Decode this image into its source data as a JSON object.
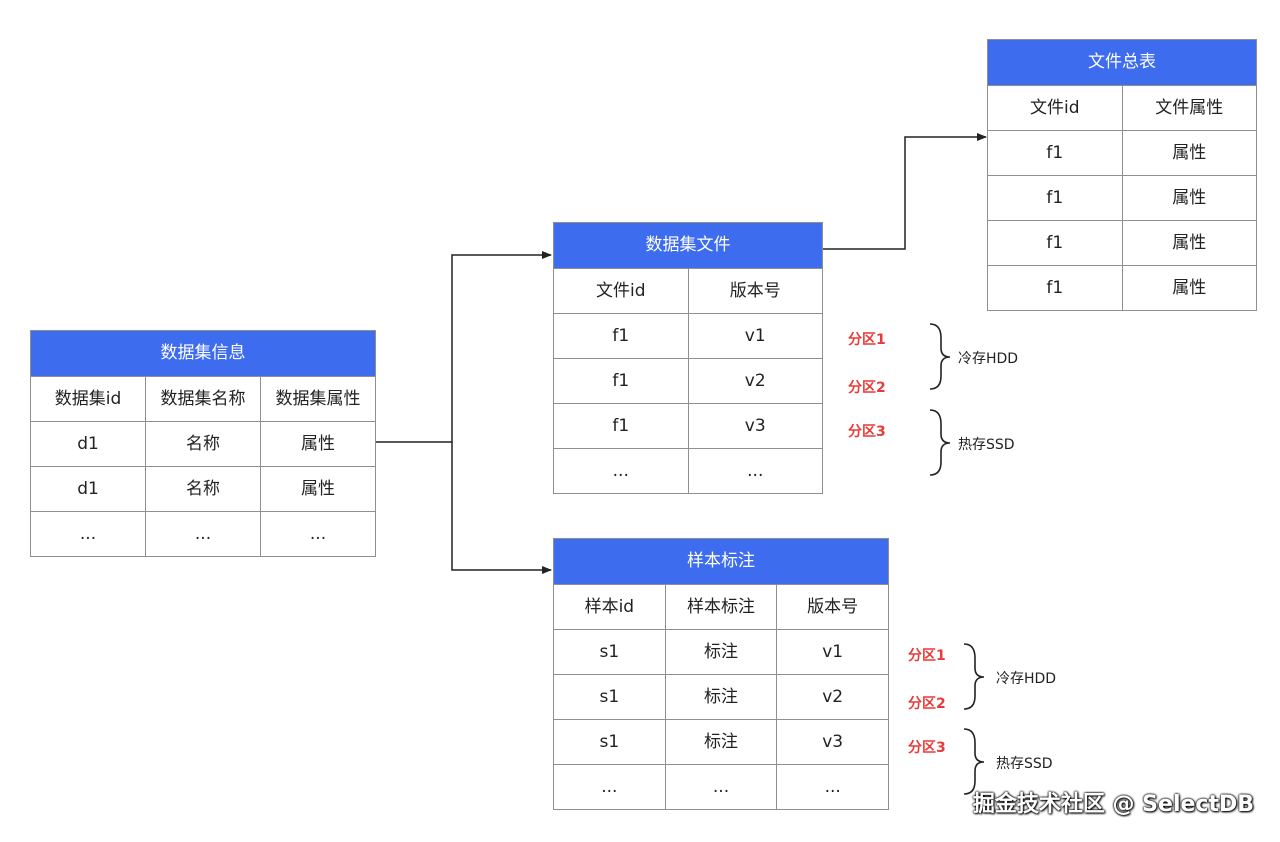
{
  "tables": {
    "dataset_info": {
      "title": "数据集信息",
      "columns": [
        "数据集id",
        "数据集名称",
        "数据集属性"
      ],
      "rows": [
        [
          "d1",
          "名称",
          "属性"
        ],
        [
          "d1",
          "名称",
          "属性"
        ],
        [
          "...",
          "...",
          "..."
        ]
      ]
    },
    "dataset_files": {
      "title": "数据集文件",
      "columns": [
        "文件id",
        "版本号"
      ],
      "rows": [
        [
          "f1",
          "v1"
        ],
        [
          "f1",
          "v2"
        ],
        [
          "f1",
          "v3"
        ],
        [
          "...",
          "..."
        ]
      ]
    },
    "file_master": {
      "title": "文件总表",
      "columns": [
        "文件id",
        "文件属性"
      ],
      "rows": [
        [
          "f1",
          "属性"
        ],
        [
          "f1",
          "属性"
        ],
        [
          "f1",
          "属性"
        ],
        [
          "f1",
          "属性"
        ]
      ]
    },
    "sample_annotation": {
      "title": "样本标注",
      "columns": [
        "样本id",
        "样本标注",
        "版本号"
      ],
      "rows": [
        [
          "s1",
          "标注",
          "v1"
        ],
        [
          "s1",
          "标注",
          "v2"
        ],
        [
          "s1",
          "标注",
          "v3"
        ],
        [
          "...",
          "...",
          "..."
        ]
      ]
    }
  },
  "partitions": {
    "dataset_files": [
      "分区1",
      "分区2",
      "分区3"
    ],
    "sample_annotation": [
      "分区1",
      "分区2",
      "分区3"
    ]
  },
  "storage": {
    "cold": "冷存HDD",
    "hot": "热存SSD"
  },
  "watermark": "掘金技术社区 @ SelectDB",
  "colors": {
    "header": "#3d6cee",
    "partition": "#e83b3b",
    "border": "#8f8f8f"
  }
}
